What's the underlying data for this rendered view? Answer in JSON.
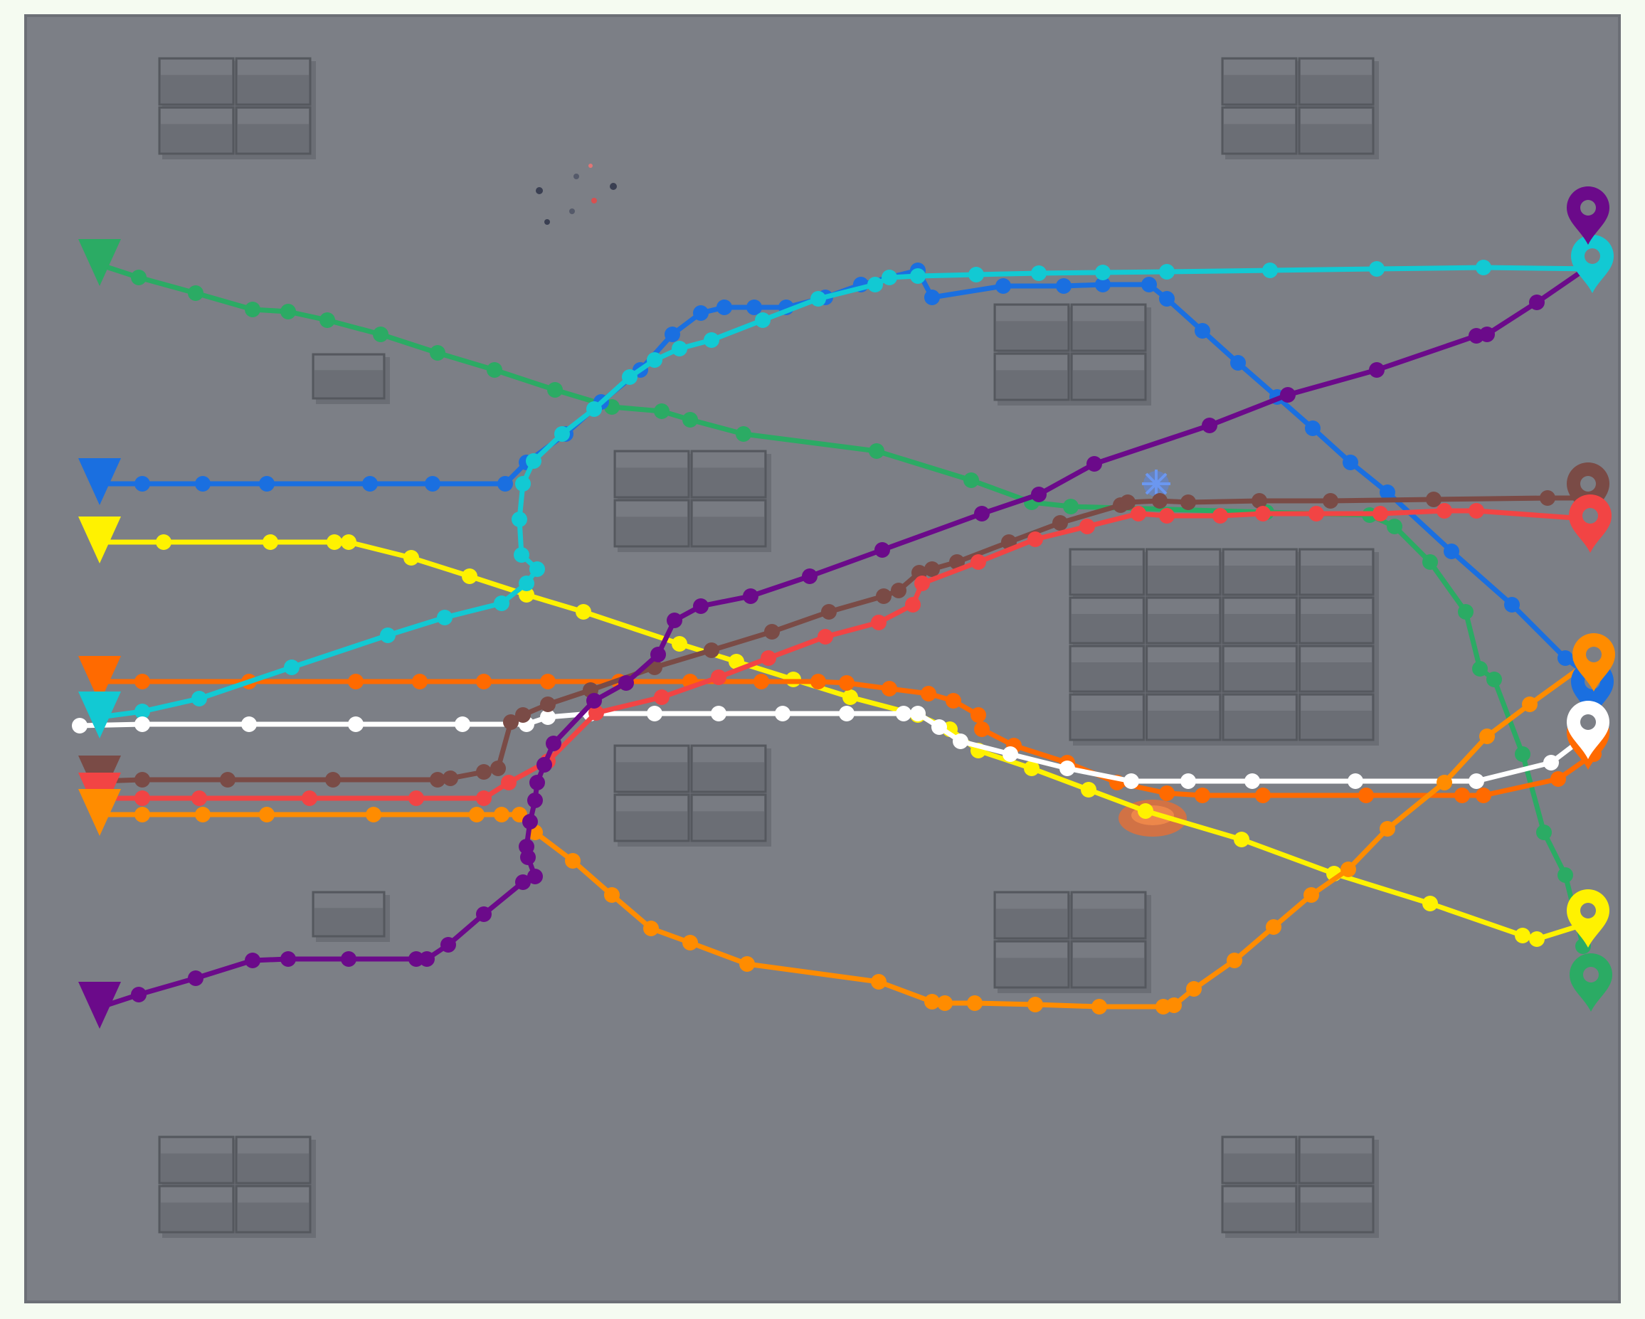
{
  "scene": {
    "description_free": true,
    "floor_color": "#7c7f86",
    "background_color": "#f5fbf1",
    "obstacle_color": "#6a6d74",
    "obstacles": [
      {
        "cols": 2,
        "rows": 2
      },
      {
        "cols": 2,
        "rows": 2
      },
      {
        "cols": 1,
        "rows": 1
      },
      {
        "cols": 2,
        "rows": 2
      },
      {
        "cols": 2,
        "rows": 2
      },
      {
        "cols": 4,
        "rows": 4
      },
      {
        "cols": 2,
        "rows": 2
      },
      {
        "cols": 1,
        "rows": 1
      },
      {
        "cols": 2,
        "rows": 2
      },
      {
        "cols": 2,
        "rows": 2
      },
      {
        "cols": 2,
        "rows": 2
      }
    ],
    "start_marker": "triangle-down",
    "goal_marker": "map-pin-icon"
  },
  "trajectories": [
    {
      "id": "green",
      "color": "#2bab64"
    },
    {
      "id": "blue",
      "color": "#1a6fe0"
    },
    {
      "id": "yellow",
      "color": "#fff200"
    },
    {
      "id": "orange-red",
      "color": "#ff6a00"
    },
    {
      "id": "cyan",
      "color": "#12c9d3"
    },
    {
      "id": "white",
      "color": "#ffffff"
    },
    {
      "id": "brown",
      "color": "#7a4b46"
    },
    {
      "id": "red",
      "color": "#f24444"
    },
    {
      "id": "orange",
      "color": "#ff8c00"
    },
    {
      "id": "purple",
      "color": "#6b0a8a"
    }
  ]
}
